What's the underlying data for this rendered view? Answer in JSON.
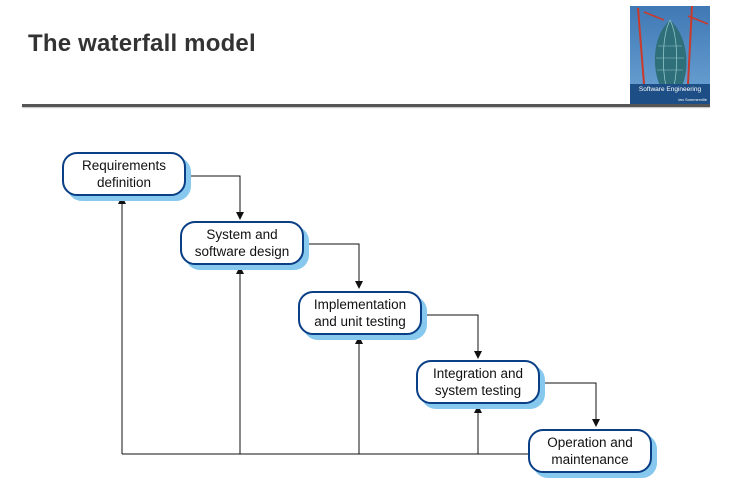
{
  "slide": {
    "title": "The waterfall model"
  },
  "book_cover": {
    "title": "Software Engineering",
    "author": "Ian Sommerville"
  },
  "diagram": {
    "stages": [
      "Requirements\ndefinition",
      "System and\nsoftware design",
      "Implementation\nand unit testing",
      "Integration and\nsystem testing",
      "Operation and\nmaintenance"
    ]
  },
  "colors": {
    "box_border": "#0a3f86",
    "box_shadow": "#87c9ee",
    "connector": "#111111",
    "title_text": "#333333"
  }
}
